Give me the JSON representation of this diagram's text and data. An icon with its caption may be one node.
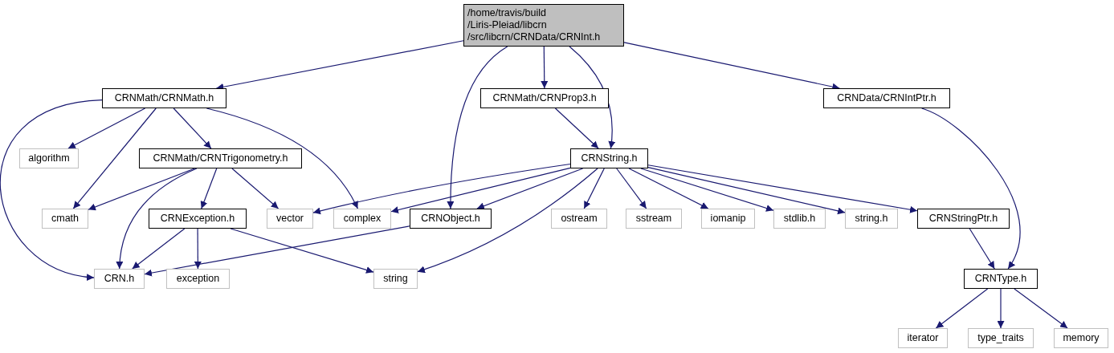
{
  "diagram": {
    "nodes": [
      {
        "text": [
          "/home/travis/build /Liris-Pleiad/libcrn /src/libcrn/CRNData/CRNInt.h"
        ]
      },
      {
        "text": [
          "CRNMath/CRNMath.h"
        ]
      },
      {
        "text": [
          "CRNMath/CRNProp3.h"
        ]
      },
      {
        "text": [
          "CRNData/CRNIntPtr.h"
        ]
      },
      {
        "text": [
          "algorithm"
        ]
      },
      {
        "text": [
          "CRNMath/CRNTrigonometry.h"
        ]
      },
      {
        "text": [
          "CRNString.h"
        ]
      },
      {
        "text": [
          "cmath"
        ]
      },
      {
        "text": [
          "CRNException.h"
        ]
      },
      {
        "text": [
          "vector"
        ]
      },
      {
        "text": [
          "complex"
        ]
      },
      {
        "text": [
          "CRNObject.h"
        ]
      },
      {
        "text": [
          "ostream"
        ]
      },
      {
        "text": [
          "sstream"
        ]
      },
      {
        "text": [
          "iomanip"
        ]
      },
      {
        "text": [
          "stdlib.h"
        ]
      },
      {
        "text": [
          "string.h"
        ]
      },
      {
        "text": [
          "CRNStringPtr.h"
        ]
      },
      {
        "text": [
          "CRN.h"
        ]
      },
      {
        "text": [
          "exception"
        ]
      },
      {
        "text": [
          "string"
        ]
      },
      {
        "text": [
          "CRNType.h"
        ]
      },
      {
        "text": [
          "iterator"
        ]
      },
      {
        "text": [
          "type_traits"
        ]
      },
      {
        "text": [
          "memory"
        ]
      }
    ],
    "edges": [
      {
        "from": 0,
        "to": 1,
        "arrow": "to"
      },
      {
        "from": 0,
        "to": 11,
        "arrow": "to"
      },
      {
        "from": 0,
        "to": 2,
        "arrow": "to"
      },
      {
        "from": 0,
        "to": 6,
        "arrow": "to"
      },
      {
        "from": 0,
        "to": 3,
        "arrow": "to"
      },
      {
        "from": 1,
        "to": 18,
        "arrow": "to"
      },
      {
        "from": 1,
        "to": 4,
        "arrow": "to"
      },
      {
        "from": 1,
        "to": 7,
        "arrow": "to"
      },
      {
        "from": 1,
        "to": 5,
        "arrow": "to"
      },
      {
        "from": 1,
        "to": 10,
        "arrow": "to"
      },
      {
        "from": 5,
        "to": 7,
        "arrow": "to"
      },
      {
        "from": 5,
        "to": 18,
        "arrow": "to"
      },
      {
        "from": 5,
        "to": 8,
        "arrow": "to"
      },
      {
        "from": 5,
        "to": 9,
        "arrow": "to"
      },
      {
        "from": 8,
        "to": 18,
        "arrow": "to"
      },
      {
        "from": 8,
        "to": 19,
        "arrow": "to"
      },
      {
        "from": 8,
        "to": 20,
        "arrow": "to"
      },
      {
        "from": 2,
        "to": 6,
        "arrow": "to"
      },
      {
        "from": 6,
        "to": 9,
        "arrow": "to"
      },
      {
        "from": 6,
        "to": 10,
        "arrow": "to"
      },
      {
        "from": 6,
        "to": 11,
        "arrow": "to"
      },
      {
        "from": 6,
        "to": 20,
        "arrow": "to"
      },
      {
        "from": 6,
        "to": 12,
        "arrow": "to"
      },
      {
        "from": 6,
        "to": 13,
        "arrow": "to"
      },
      {
        "from": 6,
        "to": 14,
        "arrow": "to"
      },
      {
        "from": 6,
        "to": 15,
        "arrow": "to"
      },
      {
        "from": 6,
        "to": 16,
        "arrow": "to"
      },
      {
        "from": 6,
        "to": 17,
        "arrow": "to"
      },
      {
        "from": 11,
        "to": 18,
        "arrow": "to"
      },
      {
        "from": 3,
        "to": 21,
        "arrow": "to"
      },
      {
        "from": 17,
        "to": 21,
        "arrow": "to"
      },
      {
        "from": 21,
        "to": 22,
        "arrow": "to"
      },
      {
        "from": 21,
        "to": 23,
        "arrow": "to"
      },
      {
        "from": 21,
        "to": 24,
        "arrow": "to"
      }
    ]
  }
}
